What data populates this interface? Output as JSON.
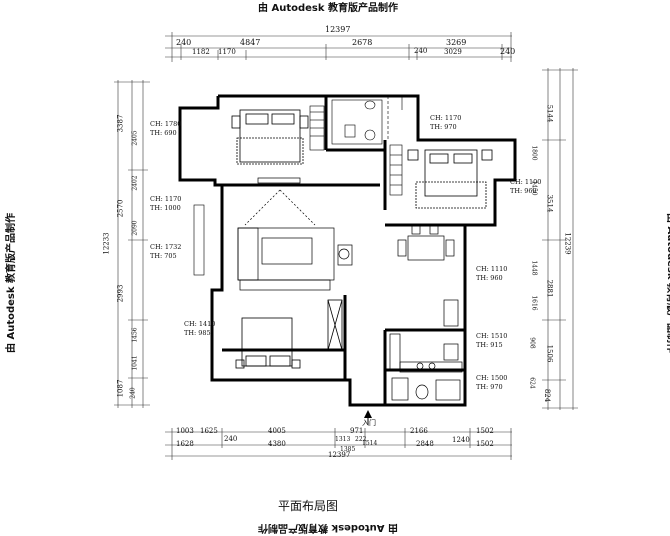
{
  "watermark": "由 Autodesk 教育版产品制作",
  "title": "平面布局图",
  "entry_label": "入门",
  "dimensions": {
    "top_total": "12397",
    "top_row": [
      "240",
      "4847",
      "2678",
      "3269",
      "240"
    ],
    "top_row2": [
      "1182",
      "1170",
      "240",
      "3029"
    ],
    "bottom_row1": [
      "1003",
      "1625",
      "240",
      "4005",
      "971",
      "1313",
      "222",
      "2166",
      "1240",
      "1502"
    ],
    "bottom_row2": [
      "1628",
      "4380",
      "1385",
      "1514",
      "2848",
      "1502"
    ],
    "bottom_total": "12397",
    "left_outer": "12233",
    "left_col": [
      "3387",
      "2570",
      "2993",
      "1087"
    ],
    "left_inner": [
      "2405",
      "2402",
      "2090",
      "1456",
      "1041",
      "240"
    ],
    "right_outer": "12239",
    "right_col": [
      "5144",
      "3514",
      "2881",
      "1506",
      "824"
    ],
    "right_inner": [
      "1800",
      "1450",
      "1448",
      "1616",
      "908",
      "624"
    ]
  },
  "rooms": [
    {
      "ch": "CH: 1780",
      "th": "TH: 690"
    },
    {
      "ch": "CH: 1170",
      "th": "TH: 970"
    },
    {
      "ch": "CH: 1100",
      "th": "TH: 960"
    },
    {
      "ch": "CH: 1170",
      "th": "TH: 1000"
    },
    {
      "ch": "CH: 1732",
      "th": "TH: 705"
    },
    {
      "ch": "CH: 1110",
      "th": "TH: 960"
    },
    {
      "ch": "CH: 1410",
      "th": "TH: 985"
    },
    {
      "ch": "CH: 1510",
      "th": "TH: 915"
    },
    {
      "ch": "CH: 1500",
      "th": "TH: 970"
    }
  ]
}
